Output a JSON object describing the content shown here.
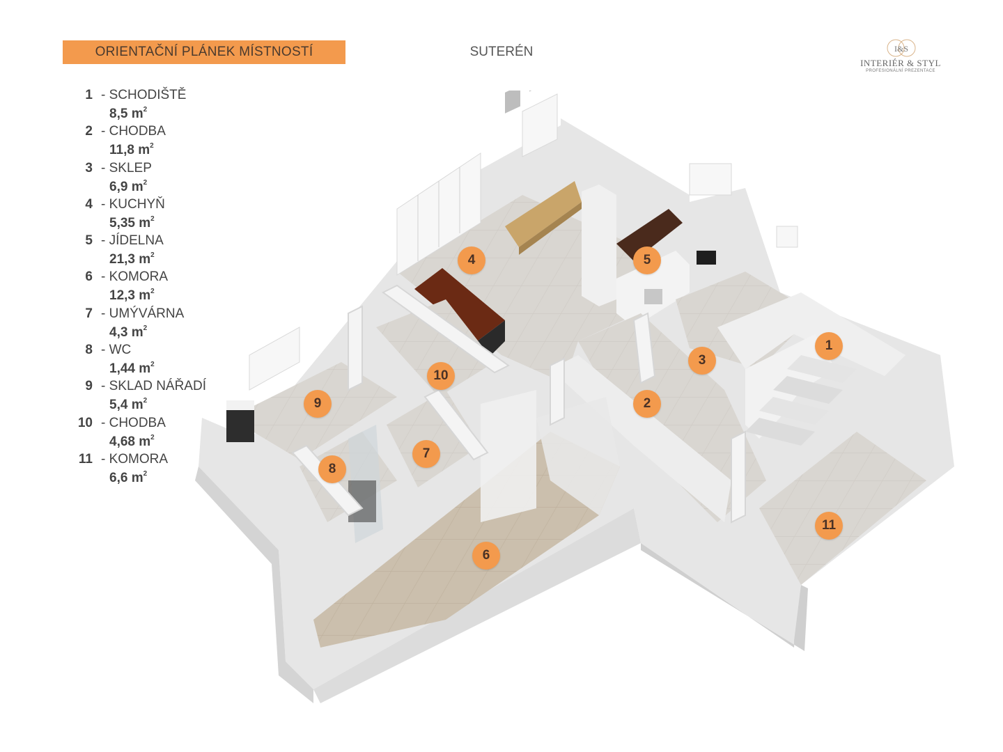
{
  "header": {
    "banner": "ORIENTAČNÍ PLÁNEK MÍSTNOSTÍ",
    "level": "SUTERÉN"
  },
  "logo": {
    "initials": "I&S",
    "name": "INTERIÉR & STYL",
    "tagline": "PROFESIONÁLNÍ PREZENTACE"
  },
  "legend": [
    {
      "num": "1",
      "name": "- SCHODIŠTĚ",
      "area": "8,5 m",
      "unit_exp": "2"
    },
    {
      "num": "2",
      "name": "- CHODBA",
      "area": "11,8 m",
      "unit_exp": "2"
    },
    {
      "num": "3",
      "name": "- SKLEP",
      "area": "6,9 m",
      "unit_exp": "2"
    },
    {
      "num": "4",
      "name": "- KUCHYŇ",
      "area": "5,35 m",
      "unit_exp": "2"
    },
    {
      "num": "5",
      "name": "- JÍDELNA",
      "area": "21,3 m",
      "unit_exp": "2"
    },
    {
      "num": "6",
      "name": "- KOMORA",
      "area": "12,3 m",
      "unit_exp": "2"
    },
    {
      "num": "7",
      "name": "- UMÝVÁRNA",
      "area": "4,3 m",
      "unit_exp": "2"
    },
    {
      "num": "8",
      "name": "- WC",
      "area": "1,44 m",
      "unit_exp": "2"
    },
    {
      "num": "9",
      "name": "- SKLAD NÁŘADÍ",
      "area": "5,4 m",
      "unit_exp": "2"
    },
    {
      "num": "10",
      "name": "- CHODBA",
      "area": "4,68 m",
      "unit_exp": "2"
    },
    {
      "num": "11",
      "name": "- KOMORA",
      "area": "6,6 m",
      "unit_exp": "2"
    }
  ],
  "markers": [
    "1",
    "2",
    "3",
    "4",
    "5",
    "6",
    "7",
    "8",
    "9",
    "10",
    "11"
  ],
  "colors": {
    "accent": "#f39a4d",
    "wall": "#e9e9e9",
    "floor": "#d6d3ce",
    "floor_storage": "#c8bca9",
    "kitchen_island": "#6b2a14",
    "table_wood": "#c9a56a"
  }
}
